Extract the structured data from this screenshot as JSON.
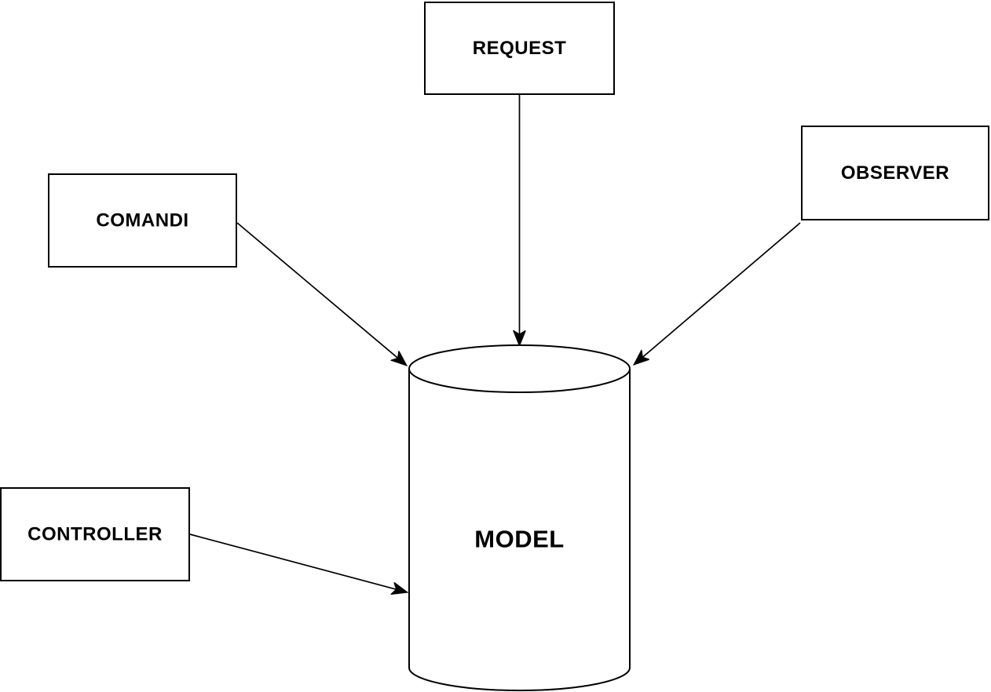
{
  "diagram": {
    "background_color": "#ffffff",
    "stroke_color": "#000000",
    "text_color": "#000000",
    "nodes": {
      "request": {
        "label": "REQUEST",
        "shape": "rectangle"
      },
      "comandi": {
        "label": "COMANDI",
        "shape": "rectangle"
      },
      "observer": {
        "label": "OBSERVER",
        "shape": "rectangle"
      },
      "controller": {
        "label": "CONTROLLER",
        "shape": "rectangle"
      },
      "model": {
        "label": "MODEL",
        "shape": "cylinder"
      }
    },
    "edges": [
      {
        "from": "REQUEST",
        "to": "MODEL",
        "type": "arrow",
        "direction": "top-down"
      },
      {
        "from": "COMANDI",
        "to": "MODEL",
        "type": "arrow",
        "direction": "upper-left-to-cylinder"
      },
      {
        "from": "OBSERVER",
        "to": "MODEL",
        "type": "arrow",
        "direction": "upper-right-to-cylinder"
      },
      {
        "from": "CONTROLLER",
        "to": "MODEL",
        "type": "arrow",
        "direction": "left-to-cylinder-wall"
      }
    ]
  }
}
